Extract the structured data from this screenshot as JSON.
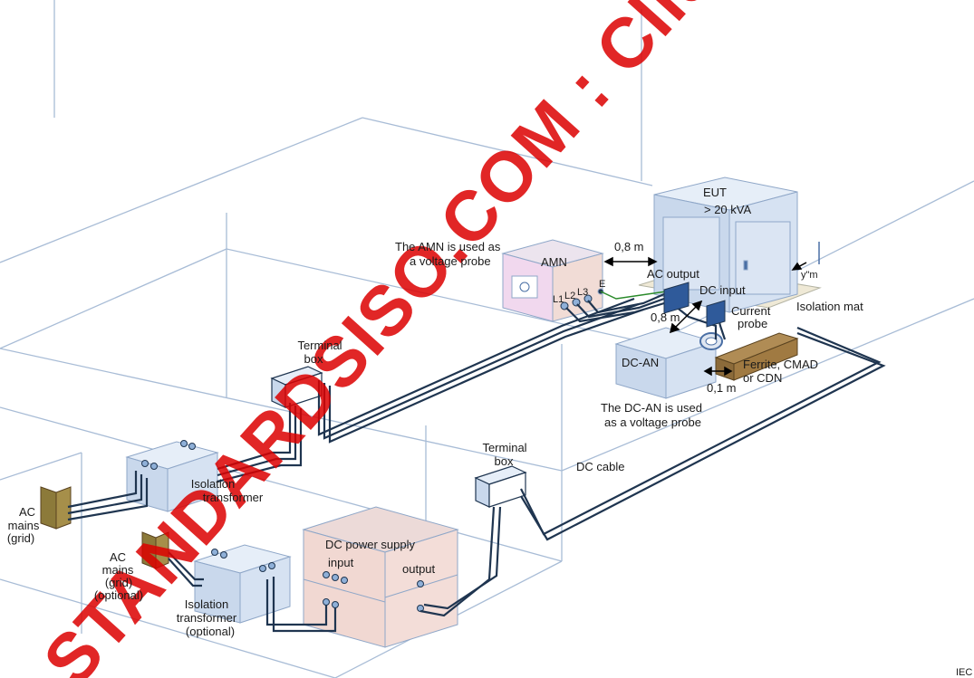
{
  "labels": {
    "eut_title": "EUT",
    "eut_power": "> 20 kVA",
    "amn_note_1": "The AMN is used as",
    "amn_note_2": "a voltage probe",
    "amn": "AMN",
    "dist_amn_eut": "0,8 m",
    "ac_output": "AC output",
    "dc_input": "DC input",
    "dist_dcan_eut": "0,8 m",
    "current_probe_1": "Current",
    "current_probe_2": "probe",
    "isolation_mat": "Isolation mat",
    "height_mark": "y\"m",
    "dc_an": "DC-AN",
    "ferrite_1": "Ferrite, CMAD",
    "ferrite_2": "or CDN",
    "dist_ferrite": "0,1 m",
    "dcan_note_1": "The DC-AN is used",
    "dcan_note_2": "as a voltage probe",
    "l1": "L1",
    "l2": "L2",
    "l3": "L3",
    "e": "E",
    "terminal_box_upper_1": "Terminal",
    "terminal_box_upper_2": "box",
    "terminal_box_lower_1": "Terminal",
    "terminal_box_lower_2": "box",
    "dc_cable": "DC cable",
    "iso_tf_1": "Isolation",
    "iso_tf_2": "transformer",
    "ac_mains_1": "AC",
    "ac_mains_2": "mains",
    "ac_mains_3": "(grid)",
    "ac_mains_opt_1": "AC",
    "ac_mains_opt_2": "mains",
    "ac_mains_opt_3": "(grid)",
    "ac_mains_opt_4": "(optional)",
    "iso_tf_opt_1": "Isolation",
    "iso_tf_opt_2": "transformer",
    "iso_tf_opt_3": "(optional)",
    "dc_psu": "DC power supply",
    "psu_input": "input",
    "psu_output": "output",
    "figure_ref": "IEC"
  },
  "watermark": {
    "text": "STANDARDSISO.COM : Click to view the full PDF of"
  },
  "colors": {
    "room_lines": "#a8bcd6",
    "cable": "#1f3550",
    "box_blue": "#d2dff0",
    "box_pink": "#f3d8d4",
    "ferrite": "#8c6b3a",
    "watermark": "#dc0000"
  }
}
